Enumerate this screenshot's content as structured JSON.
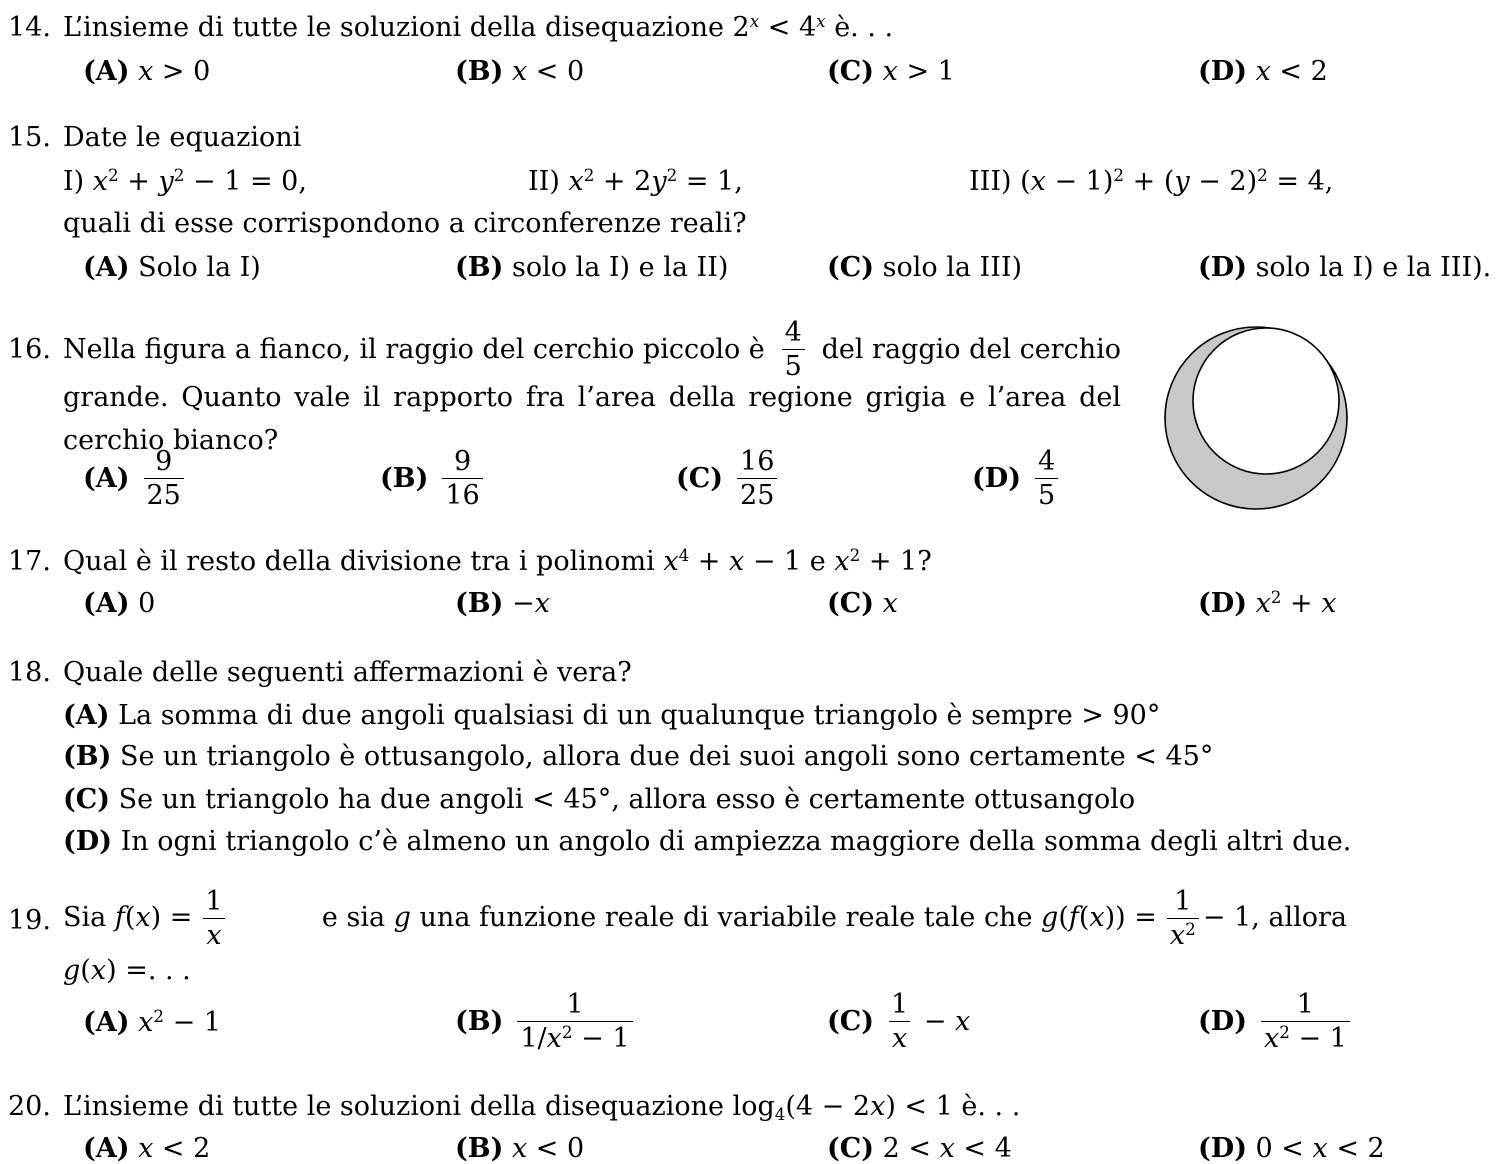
{
  "q14": {
    "number": "14.",
    "text": "L’insieme di tutte le soluzioni della disequazione 2^x < 4^x è. . .",
    "options": {
      "A": "x > 0",
      "B": "x < 0",
      "C": "x > 1",
      "D": "x < 2"
    }
  },
  "q15": {
    "number": "15.",
    "intro": "Date le equazioni",
    "eq1": "I) x² + y² − 1 = 0,",
    "eq2": "II) x² + 2y² = 1,",
    "eq3": "III) (x − 1)² + (y − 2)² = 4,",
    "question": "quali di esse corrispondono a circonferenze reali?",
    "options": {
      "A": "Solo la I)",
      "B": "solo la I) e la II)",
      "C": "solo la III)",
      "D": "solo la I) e la III)."
    }
  },
  "q16": {
    "number": "16.",
    "line1_pre": "Nella figura a fianco, il raggio del cerchio piccolo è",
    "ratio": {
      "num": "4",
      "den": "5"
    },
    "line1_post": "del raggio del cerchio",
    "line2": "grande. Quanto vale il rapporto fra l’area della regione grigia e l’area del",
    "line3": "cerchio bianco?",
    "options": {
      "A": {
        "num": "9",
        "den": "25"
      },
      "B": {
        "num": "9",
        "den": "16"
      },
      "C": {
        "num": "16",
        "den": "25"
      },
      "D": {
        "num": "4",
        "den": "5"
      }
    },
    "figure_colors": {
      "gray": "#c8c8c8",
      "white": "#ffffff",
      "stroke": "#000000"
    }
  },
  "q17": {
    "number": "17.",
    "text": "Qual è il resto della divisione tra i polinomi x⁴ + x − 1 e x² + 1?",
    "options": {
      "A": "0",
      "B": "−x",
      "C": "x",
      "D": "x² + x"
    }
  },
  "q18": {
    "number": "18.",
    "text": "Quale delle seguenti affermazioni è vera?",
    "options": {
      "A": "La somma di due angoli qualsiasi di un qualunque triangolo è sempre > 90°",
      "B": "Se un triangolo è ottusangolo, allora due dei suoi angoli sono certamente < 45°",
      "C": "Se un triangolo ha due angoli < 45°, allora esso è certamente ottusangolo",
      "D": "In ogni triangolo c’è almeno un angolo di ampiezza maggiore della somma degli altri due."
    }
  },
  "q19": {
    "number": "19.",
    "text": "Sia f(x) = 1/x e sia g una funzione reale di variabile reale tale che g(f(x)) = 1/x² − 1, allora g(x) =. . .",
    "options": {
      "A": "x² − 1",
      "B": "1 / (1/x² − 1)",
      "C": "1/x − x",
      "D": "1 / (x² − 1)"
    }
  },
  "q20": {
    "number": "20.",
    "text": "L’insieme di tutte le soluzioni della disequazione log₄(4 − 2x) < 1 è. . .",
    "options": {
      "A": "x < 2",
      "B": "x < 0",
      "C": "2 < x < 4",
      "D": "0 < x < 2"
    }
  },
  "labels": {
    "A": "(A)",
    "B": "(B)",
    "C": "(C)",
    "D": "(D)"
  }
}
